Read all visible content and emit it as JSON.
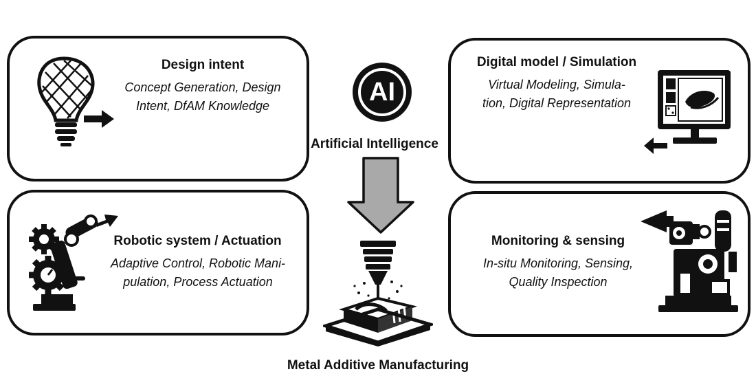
{
  "center": {
    "ai_badge": "AI",
    "ai_label": "Artificial Intelligence",
    "bottom_label": "Metal Additive Manufacturing"
  },
  "boxes": {
    "design": {
      "title": "Design intent",
      "desc_line1": "Concept Generation, Design",
      "desc_line2": "Intent, DfAM Knowledge",
      "icon": "lightbulb-icon"
    },
    "digital": {
      "title": "Digital model / Simulation",
      "desc_line1": "Virtual Modeling, Simula-",
      "desc_line2": "tion, Digital Representation",
      "icon": "computer-monitor-icon"
    },
    "robotic": {
      "title": "Robotic system / Actuation",
      "desc_line1": "Adaptive Control, Robotic Mani-",
      "desc_line2": "pulation, Process Actuation",
      "icon": "robot-arm-icon"
    },
    "monitoring": {
      "title": "Monitoring & sensing",
      "desc_line1": "In-situ Monitoring, Sensing,",
      "desc_line2": "Quality Inspection",
      "icon": "sensor-camera-icon"
    }
  }
}
